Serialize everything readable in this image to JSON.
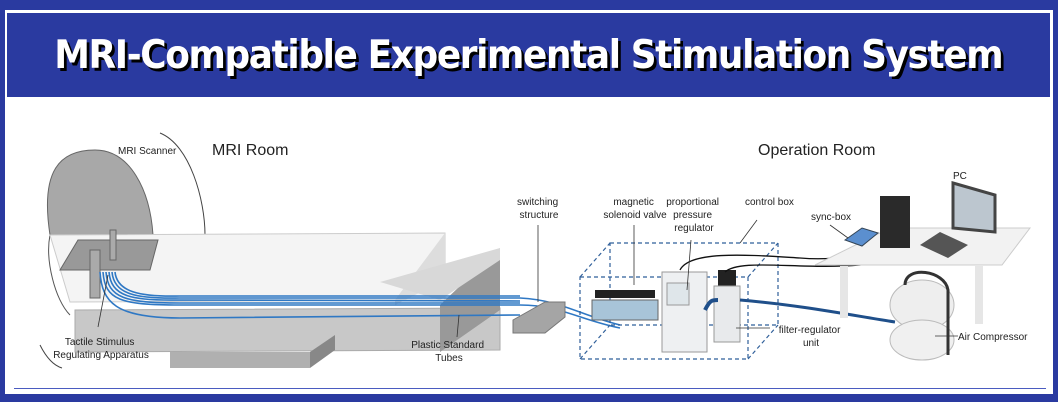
{
  "title": "MRI-Compatible Experimental Stimulation System",
  "sections": {
    "mri_room": "MRI Room",
    "operation_room": "Operation Room"
  },
  "labels": {
    "mri_scanner": "MRI Scanner",
    "tactile_1": "Tactile Stimulus",
    "tactile_2": "Regulating Apparatus",
    "plastic_1": "Plastic Standard",
    "plastic_2": "Tubes",
    "switching_1": "switching",
    "switching_2": "structure",
    "solenoid_1": "magnetic",
    "solenoid_2": "solenoid valve",
    "ppr_1": "proportional",
    "ppr_2": "pressure",
    "ppr_3": "regulator",
    "control_box": "control box",
    "sync_box": "sync-box",
    "pc": "PC",
    "filter_1": "filter-regulator",
    "filter_2": "unit",
    "air_compressor": "Air Compressor"
  },
  "colors": {
    "brand_blue": "#2a3aa0",
    "tube_blue": "#2f78c4",
    "hose_blue": "#1f4f8a"
  }
}
